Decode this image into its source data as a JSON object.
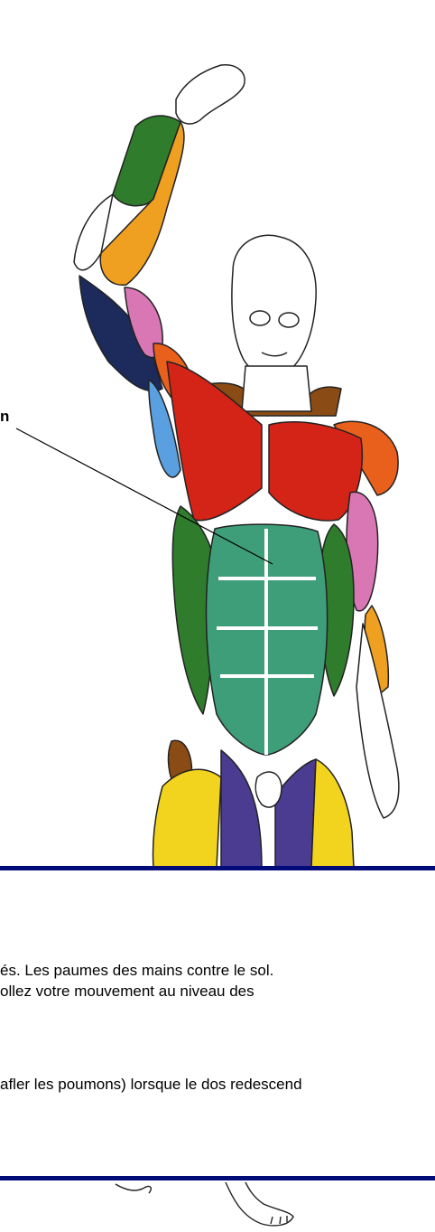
{
  "figure": {
    "callout_label": "n"
  },
  "text": {
    "line1": "és. Les paumes des mains contre le sol.",
    "line2": "ollez votre mouvement au niveau des",
    "line3": "afler les poumons) lorsque le dos redescend"
  },
  "colors": {
    "rule": "#000b7a",
    "pectoral": "#d42418",
    "abdominal": "#3f9e7a",
    "deltoid": "#e8601c",
    "biceps": "#d877b4",
    "forearm_green": "#2e7c2c",
    "forearm_orange": "#f0a020",
    "navy": "#1c2a5c",
    "blue": "#5aa0e0",
    "quad_yellow": "#f2d41e",
    "adductor_purple": "#4b3c92",
    "trapezius_brown": "#8a4b14"
  }
}
